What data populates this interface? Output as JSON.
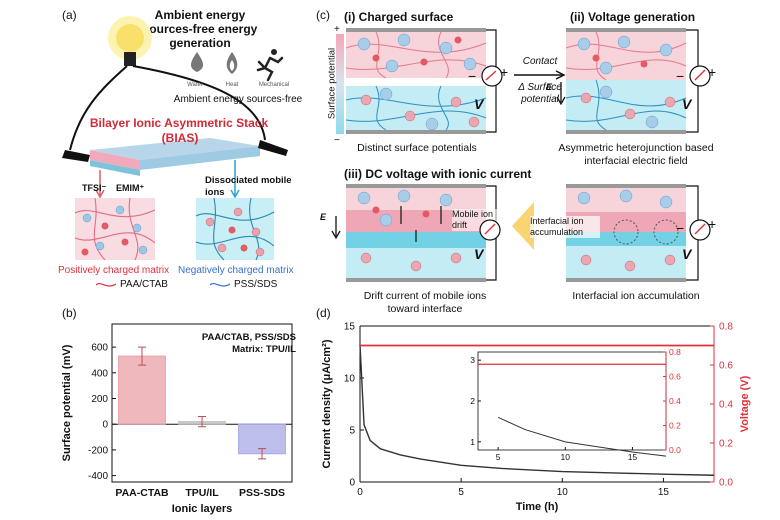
{
  "panels": {
    "a": {
      "label": "(a)",
      "title": "Ambient energy sources-free energy generation",
      "icons": [
        {
          "icon": "water-drop-icon",
          "label": "Water"
        },
        {
          "icon": "flame-icon",
          "label": "Heat"
        },
        {
          "icon": "running-person-icon",
          "label": "Mechanical"
        }
      ],
      "sources_free": "Ambient energy sources-free",
      "stack_title": "Bilayer Ionic Asymmetric Stack",
      "stack_abbr": "(BIAS)",
      "ion_tfsi": "TFSI⁻",
      "ion_emim": "EMIM⁺",
      "dissociated": "Dissociated mobile ions",
      "matrix_pos": "Positively charged matrix",
      "matrix_neg": "Negatively charged matrix",
      "legend_pos": "PAA/CTAB",
      "legend_neg": "PSS/SDS",
      "colors": {
        "pos": "#e0303a",
        "neg": "#3a6fd0",
        "pink_fill": "#f6d6dc",
        "blue_fill": "#c9eef6"
      }
    },
    "b": {
      "label": "(b)",
      "note1": "PAA/CTAB, PSS/SDS",
      "note2": "Matrix: TPU/IL"
    },
    "c": {
      "label": "(c)",
      "title_i": "(i) Charged surface",
      "title_ii": "(ii) Voltage generation",
      "title_iii": "(iii) DC voltage with ionic current",
      "surface_potential": "Surface potential",
      "plus": "+",
      "minus": "−",
      "volt": "V",
      "efield": "E",
      "contact": "Contact",
      "delta_sp": "Δ Surface potential",
      "cap_i": "Distinct surface potentials",
      "cap_ii": "Asymmetric heterojunction based interfacial electric field",
      "cap_iii": "Drift current of mobile ions toward interface",
      "cap_iv": "Interfacial ion accumulation",
      "mobile_drift": "Mobile ion drift",
      "interfacial_acc": "Interfacial ion accumulation"
    },
    "d": {
      "label": "(d)",
      "inset_xticks": [
        "5",
        "10",
        "15"
      ],
      "inset_yticks_left": [
        "1",
        "2",
        "3"
      ],
      "inset_yticks_right": [
        "0.0",
        "0.2",
        "0.4",
        "0.6",
        "0.8"
      ]
    }
  },
  "chart_data": [
    {
      "type": "bar",
      "categories": [
        "PAA-CTAB",
        "TPU/IL",
        "PSS-SDS"
      ],
      "values": [
        530,
        20,
        -230
      ],
      "errors": [
        70,
        40,
        40
      ],
      "colors": [
        "#e8a0a6",
        "#bdbdbd",
        "#a8a8e6"
      ],
      "xlabel": "Ionic layers",
      "ylabel": "Surface potential (mV)",
      "ylim": [
        -450,
        780
      ],
      "yticks": [
        -400,
        -200,
        0,
        200,
        400,
        600
      ]
    },
    {
      "type": "line",
      "xlabel": "Time (h)",
      "ylabel": "Current density (μA/cm²)",
      "y2label": "Voltage (V)",
      "xlim": [
        0,
        17.5
      ],
      "ylim": [
        0,
        15
      ],
      "y2lim": [
        0,
        0.8
      ],
      "xticks": [
        0,
        5,
        10,
        15
      ],
      "yticks": [
        0,
        5,
        10,
        15
      ],
      "y2ticks": [
        0.0,
        0.2,
        0.4,
        0.6,
        0.8
      ],
      "series": [
        {
          "axis": "left",
          "color": "#333333",
          "x": [
            0,
            0.2,
            0.5,
            1,
            2,
            3,
            4,
            5,
            7,
            10,
            13,
            15,
            17.5
          ],
          "y": [
            13.2,
            5.5,
            4.0,
            3.2,
            2.6,
            2.2,
            1.9,
            1.6,
            1.3,
            1.0,
            0.85,
            0.75,
            0.65
          ]
        },
        {
          "axis": "right",
          "color": "#e0303a",
          "x": [
            0,
            17.5
          ],
          "y": [
            0.7,
            0.7
          ]
        }
      ]
    }
  ]
}
